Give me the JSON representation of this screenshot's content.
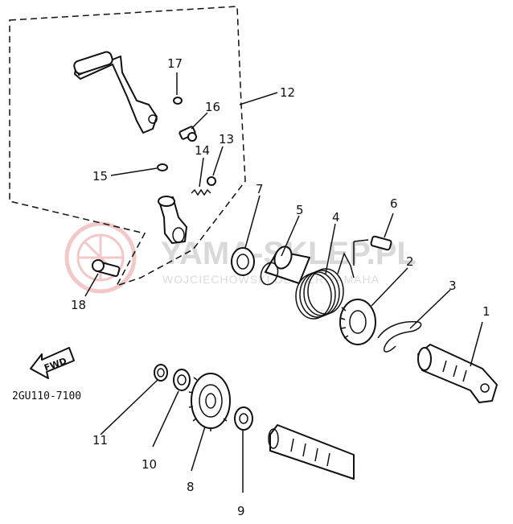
{
  "diagram": {
    "code": "2GU110-7100",
    "direction_label": "FWD",
    "watermark": {
      "title": "YAMA-SKLEP.PL",
      "subtitle": "WOJCIECHOWSKI DEALER YAMAHA"
    },
    "callouts": [
      "1",
      "2",
      "3",
      "4",
      "5",
      "6",
      "7",
      "8",
      "9",
      "10",
      "11",
      "12",
      "13",
      "14",
      "15",
      "16",
      "17",
      "18"
    ]
  }
}
